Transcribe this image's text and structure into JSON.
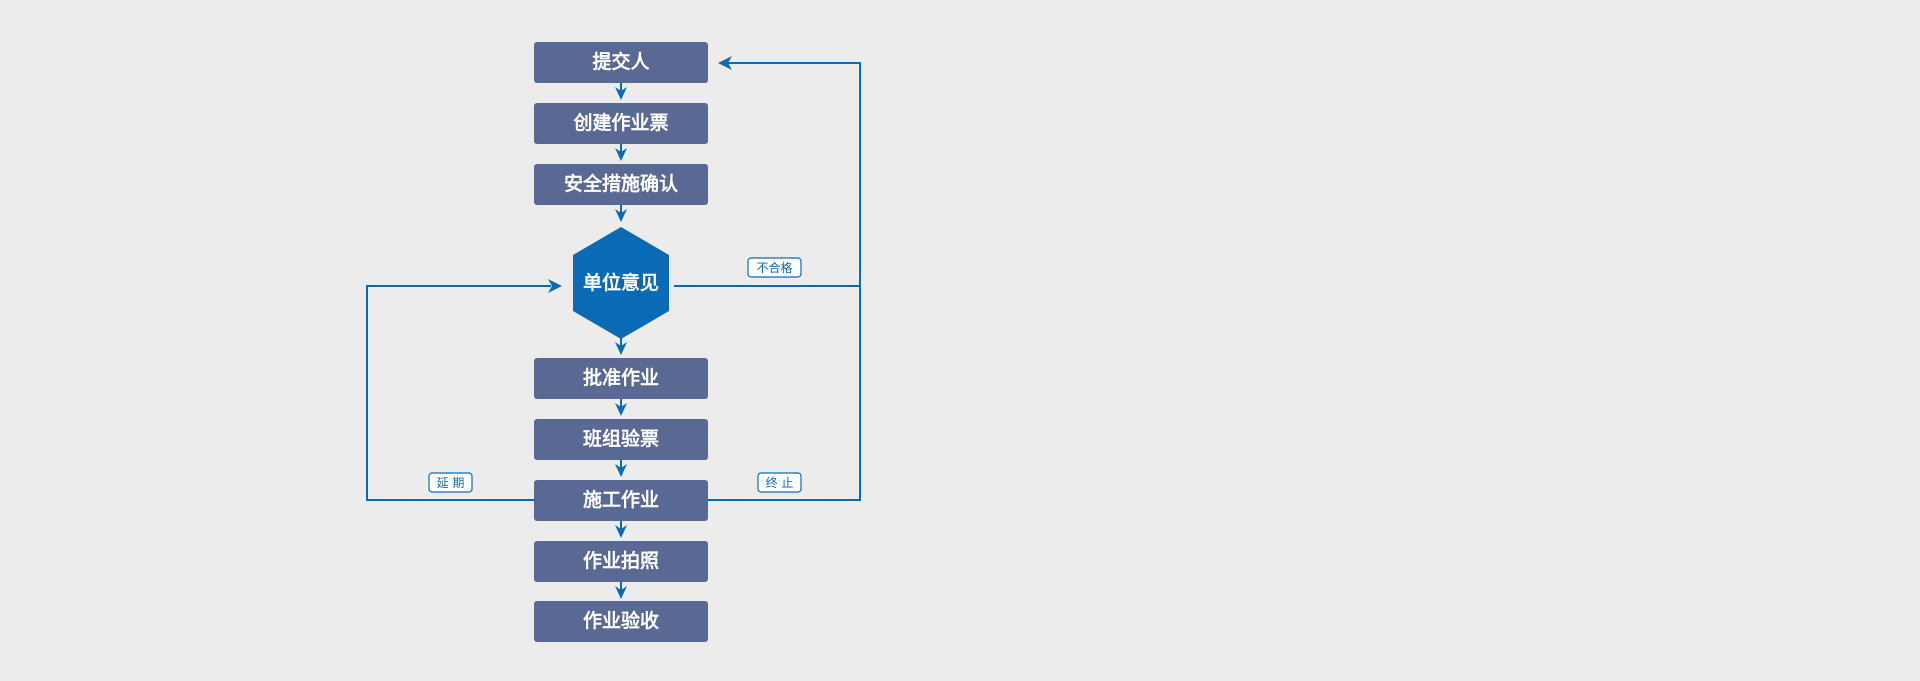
{
  "colors": {
    "background": "#ececec",
    "node_fill": "#5a6894",
    "decision_fill": "#0a6ab6",
    "edge_stroke": "#0a6ab6",
    "node_text": "#ffffff",
    "label_fill": "#ffffff"
  },
  "nodes": [
    {
      "id": "submitter",
      "label": "提交人",
      "shape": "box"
    },
    {
      "id": "create-ticket",
      "label": "创建作业票",
      "shape": "box"
    },
    {
      "id": "safety-confirm",
      "label": "安全措施确认",
      "shape": "box"
    },
    {
      "id": "unit-opinion",
      "label": "单位意见",
      "shape": "hexagon"
    },
    {
      "id": "approve-work",
      "label": "批准作业",
      "shape": "box"
    },
    {
      "id": "team-check",
      "label": "班组验票",
      "shape": "box"
    },
    {
      "id": "construction",
      "label": "施工作业",
      "shape": "box"
    },
    {
      "id": "photo",
      "label": "作业拍照",
      "shape": "box"
    },
    {
      "id": "acceptance",
      "label": "作业验收",
      "shape": "box"
    }
  ],
  "edges": [
    {
      "from": "submitter",
      "to": "create-ticket",
      "label": ""
    },
    {
      "from": "create-ticket",
      "to": "safety-confirm",
      "label": ""
    },
    {
      "from": "safety-confirm",
      "to": "unit-opinion",
      "label": ""
    },
    {
      "from": "unit-opinion",
      "to": "approve-work",
      "label": ""
    },
    {
      "from": "approve-work",
      "to": "team-check",
      "label": ""
    },
    {
      "from": "team-check",
      "to": "construction",
      "label": ""
    },
    {
      "from": "construction",
      "to": "photo",
      "label": ""
    },
    {
      "from": "photo",
      "to": "acceptance",
      "label": ""
    },
    {
      "from": "unit-opinion",
      "to": "submitter",
      "label": "不合格"
    },
    {
      "from": "construction",
      "to": "submitter",
      "label": "终 止"
    },
    {
      "from": "construction",
      "to": "unit-opinion",
      "label": "延 期"
    }
  ]
}
